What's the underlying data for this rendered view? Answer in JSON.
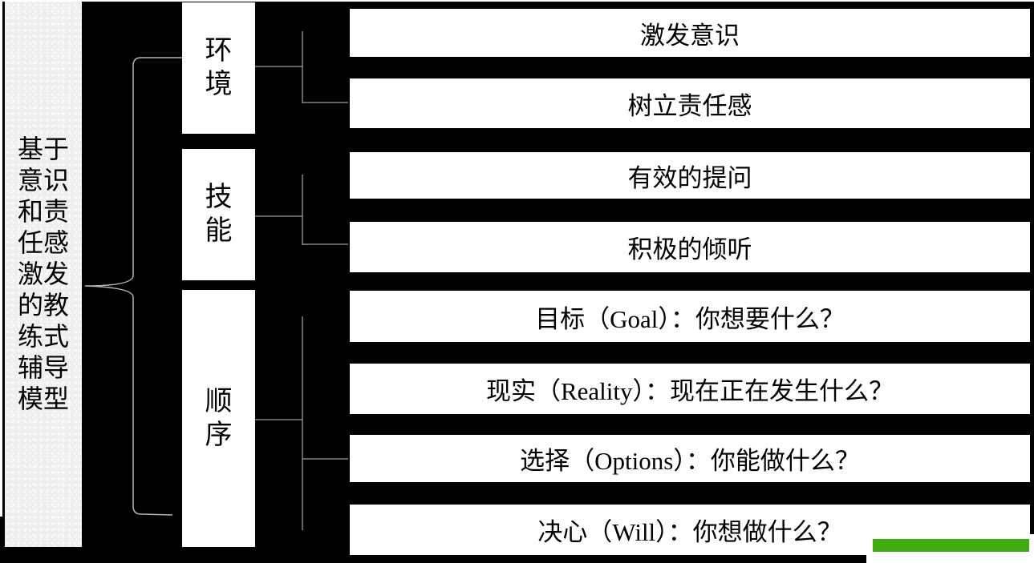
{
  "diagram": {
    "root": {
      "label": "基于意识和责任感激发的教练式辅导模型"
    },
    "categories": [
      {
        "label": "环境",
        "items": [
          "激发意识",
          "树立责任感"
        ]
      },
      {
        "label": "技能",
        "items": [
          "有效的提问",
          "积极的倾听"
        ]
      },
      {
        "label": "顺序",
        "items": [
          "目标（Goal）：你想要什么？",
          "现实（Reality）：现在正在发生什么？",
          "选择（Options）：你能做什么？",
          "决心（Will）：你想做什么？"
        ]
      }
    ],
    "colors": {
      "background": "#000000",
      "box_fill": "#ffffff",
      "root_box_fill": "#efefef",
      "connector_line": "#9e9e9e",
      "accent_bar": "#3cad11",
      "text": "#000000"
    }
  }
}
